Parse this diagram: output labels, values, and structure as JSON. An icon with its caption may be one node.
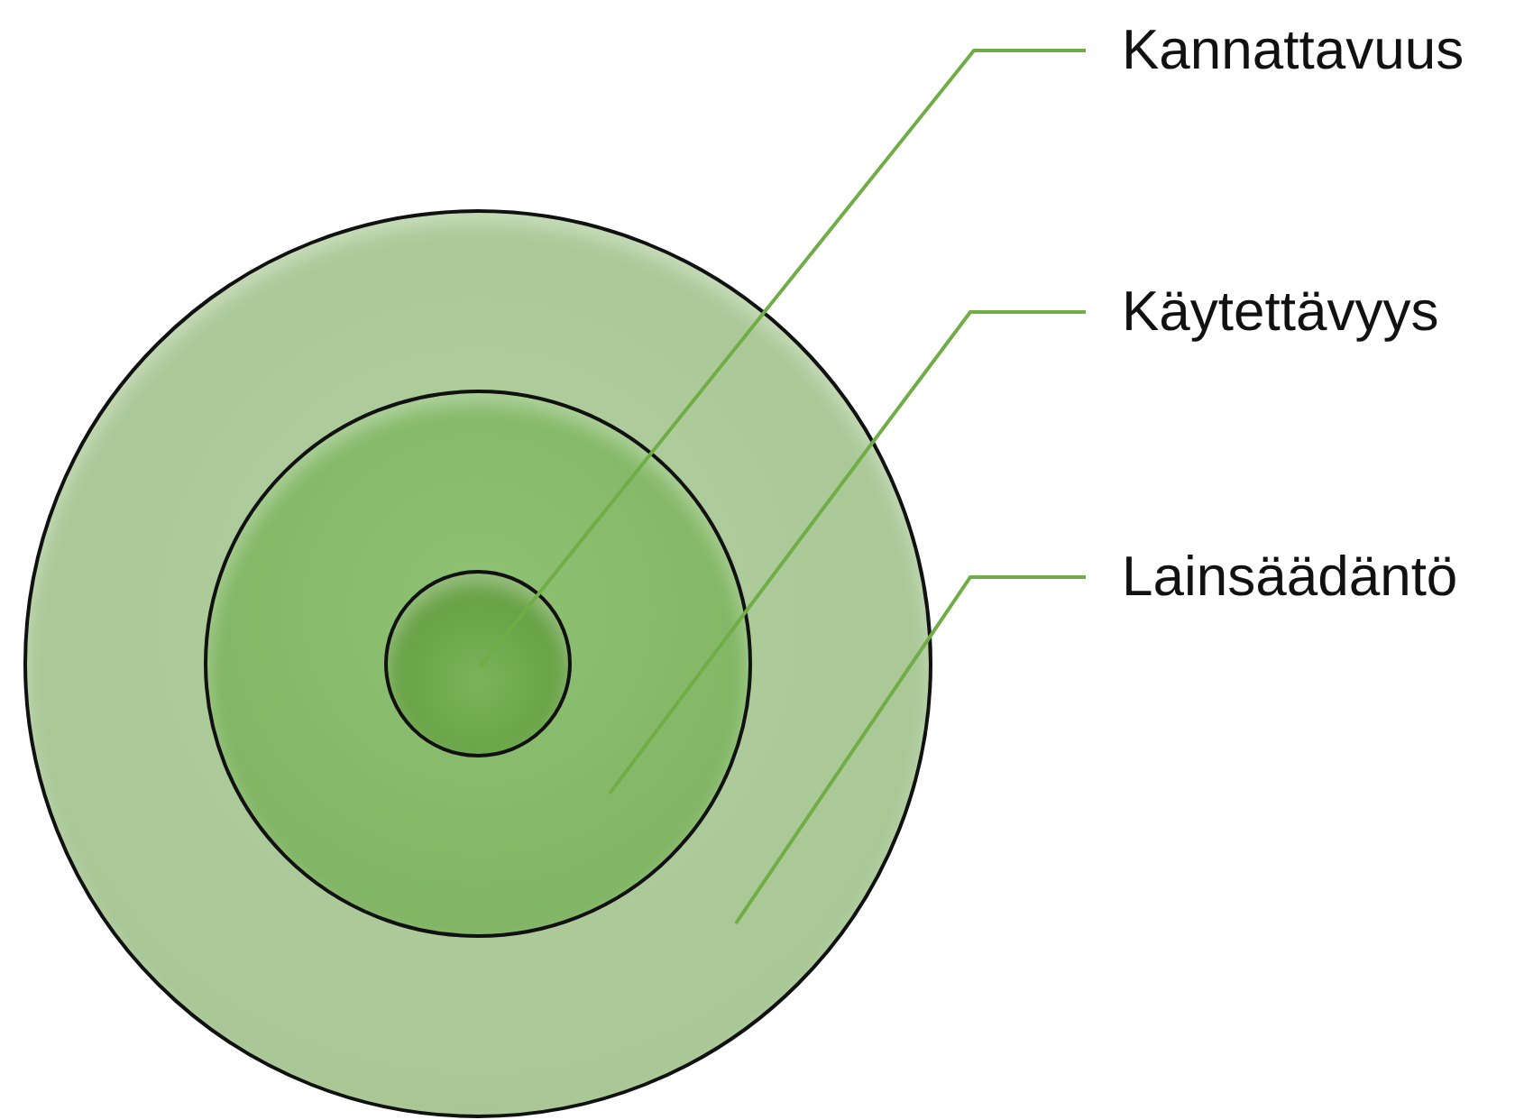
{
  "diagram": {
    "nodes": [
      {
        "text": [],
        "shape": "circle"
      },
      {
        "text": [],
        "shape": "circle",
        "in": 0
      },
      {
        "text": [],
        "shape": "circle",
        "in": 1
      },
      {
        "text": [
          "Kannattavuus"
        ]
      },
      {
        "text": [
          "Käytettävyys"
        ]
      },
      {
        "text": [
          "Lainsäädäntö"
        ]
      }
    ],
    "edges": [
      {
        "from": 3,
        "to": 2,
        "arrow": "none"
      },
      {
        "from": 4,
        "to": 1,
        "arrow": "none"
      },
      {
        "from": 5,
        "to": 0,
        "arrow": "none"
      }
    ]
  }
}
